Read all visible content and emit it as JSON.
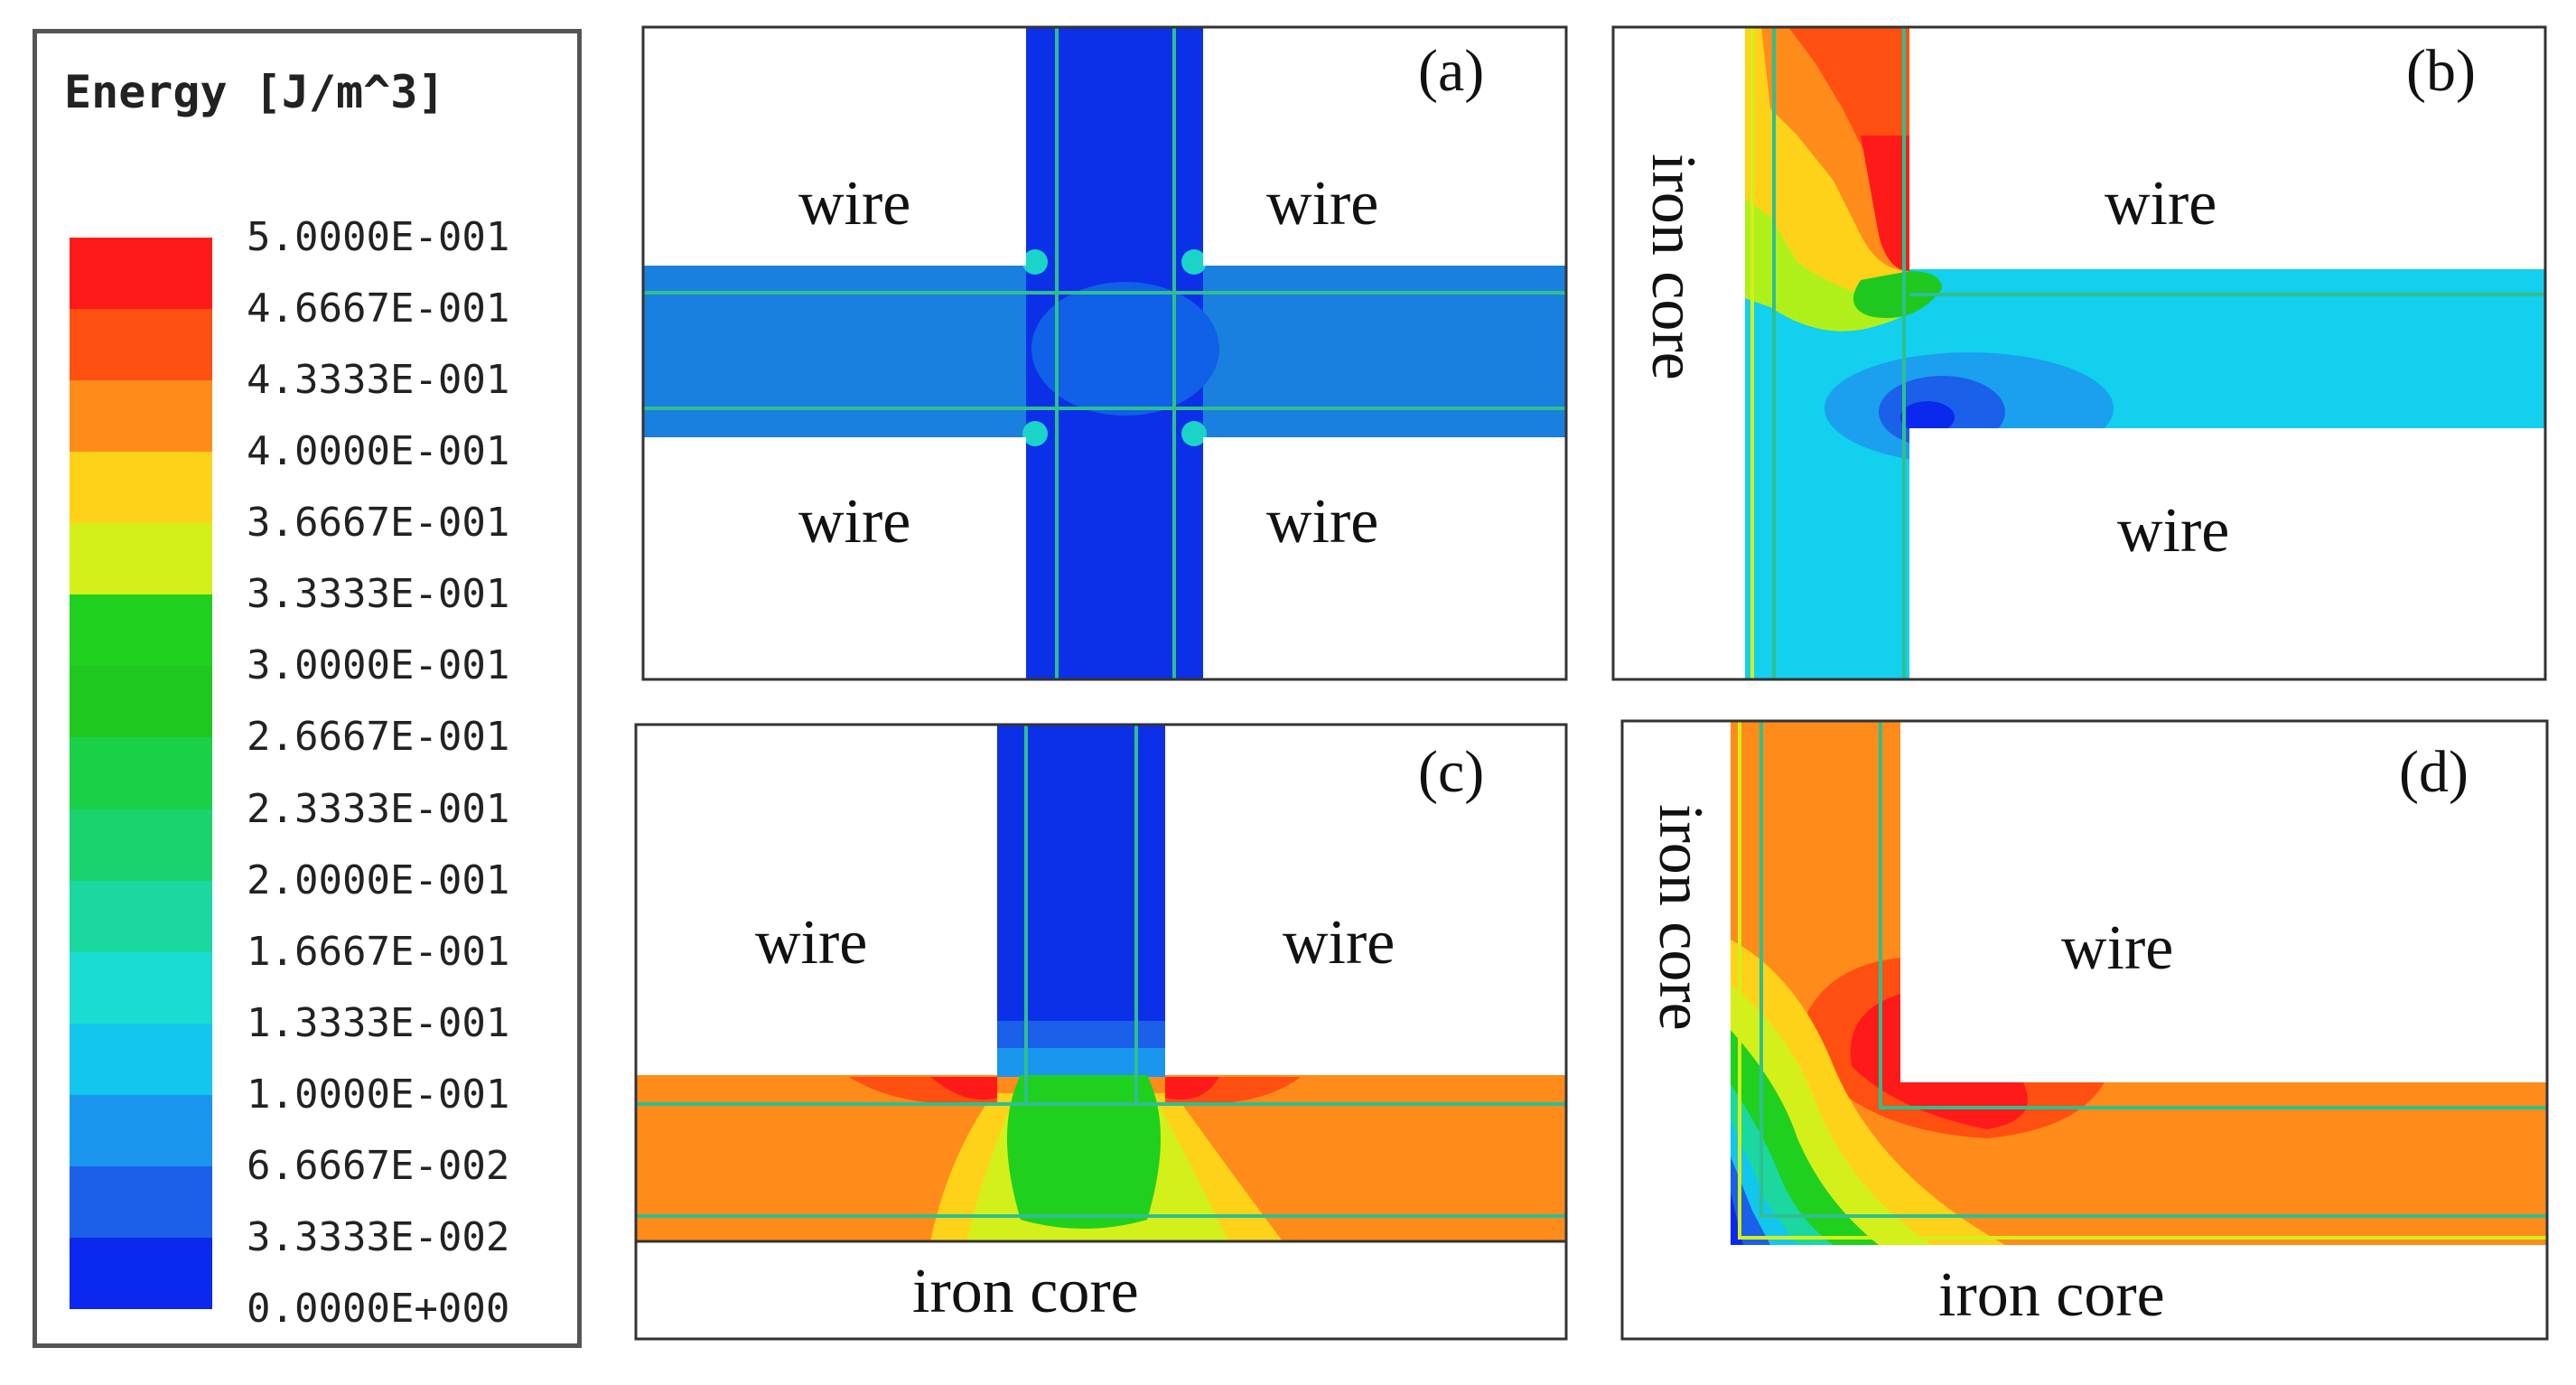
{
  "legend": {
    "title": "Energy [J/m^3]",
    "ticks": [
      "5.0000E-001",
      "4.6667E-001",
      "4.3333E-001",
      "4.0000E-001",
      "3.6667E-001",
      "3.3333E-001",
      "3.0000E-001",
      "2.6667E-001",
      "2.3333E-001",
      "2.0000E-001",
      "1.6667E-001",
      "1.3333E-001",
      "1.0000E-001",
      "6.6667E-002",
      "3.3333E-002",
      "0.0000E+000"
    ],
    "colors": [
      "#ff1a1a",
      "#ff5012",
      "#ff8c1a",
      "#ffd21a",
      "#d4f01a",
      "#1fd01f",
      "#1fc81f",
      "#1ad046",
      "#1ad26e",
      "#1ad8a0",
      "#1adcd0",
      "#12c6ee",
      "#1a96ee",
      "#1a60e8",
      "#0a28ee"
    ]
  },
  "panels": {
    "a": {
      "tag": "(a)",
      "labels": [
        "wire",
        "wire",
        "wire",
        "wire"
      ]
    },
    "b": {
      "tag": "(b)",
      "labels": [
        "wire",
        "wire"
      ],
      "core": "iron core"
    },
    "c": {
      "tag": "(c)",
      "labels": [
        "wire",
        "wire"
      ],
      "core": "iron core"
    },
    "d": {
      "tag": "(d)",
      "labels": [
        "wire"
      ],
      "core_side": "iron core",
      "core_bottom": "iron core"
    }
  }
}
